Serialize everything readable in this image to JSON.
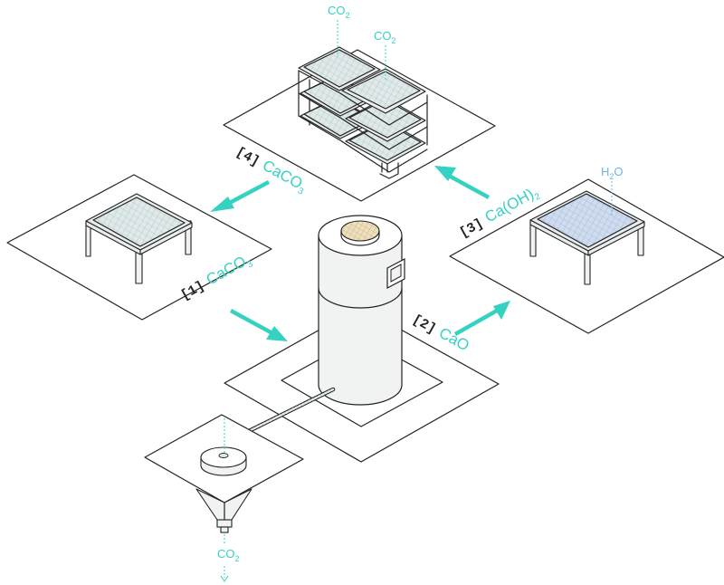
{
  "steps": {
    "step1": {
      "index": "[1]",
      "formula": "CaCO",
      "sub": "3"
    },
    "step2": {
      "index": "[2]",
      "formula": "CaO",
      "sub": ""
    },
    "step3": {
      "index": "[3]",
      "formula": "Ca(OH)",
      "sub": "2"
    },
    "step4": {
      "index": "[4]",
      "formula": "CaCO",
      "sub": "3"
    }
  },
  "gases": {
    "co2_top_left": {
      "main": "CO",
      "sub": "2"
    },
    "co2_top_right": {
      "main": "CO",
      "sub": "2"
    },
    "h2o": {
      "main_h": "H",
      "sub": "2",
      "main_o": "O"
    },
    "co2_bottom": {
      "main": "CO",
      "sub": "2"
    }
  },
  "colors": {
    "accent": "#35d2c1",
    "water": "#6cb6e6",
    "line": "#222222"
  }
}
